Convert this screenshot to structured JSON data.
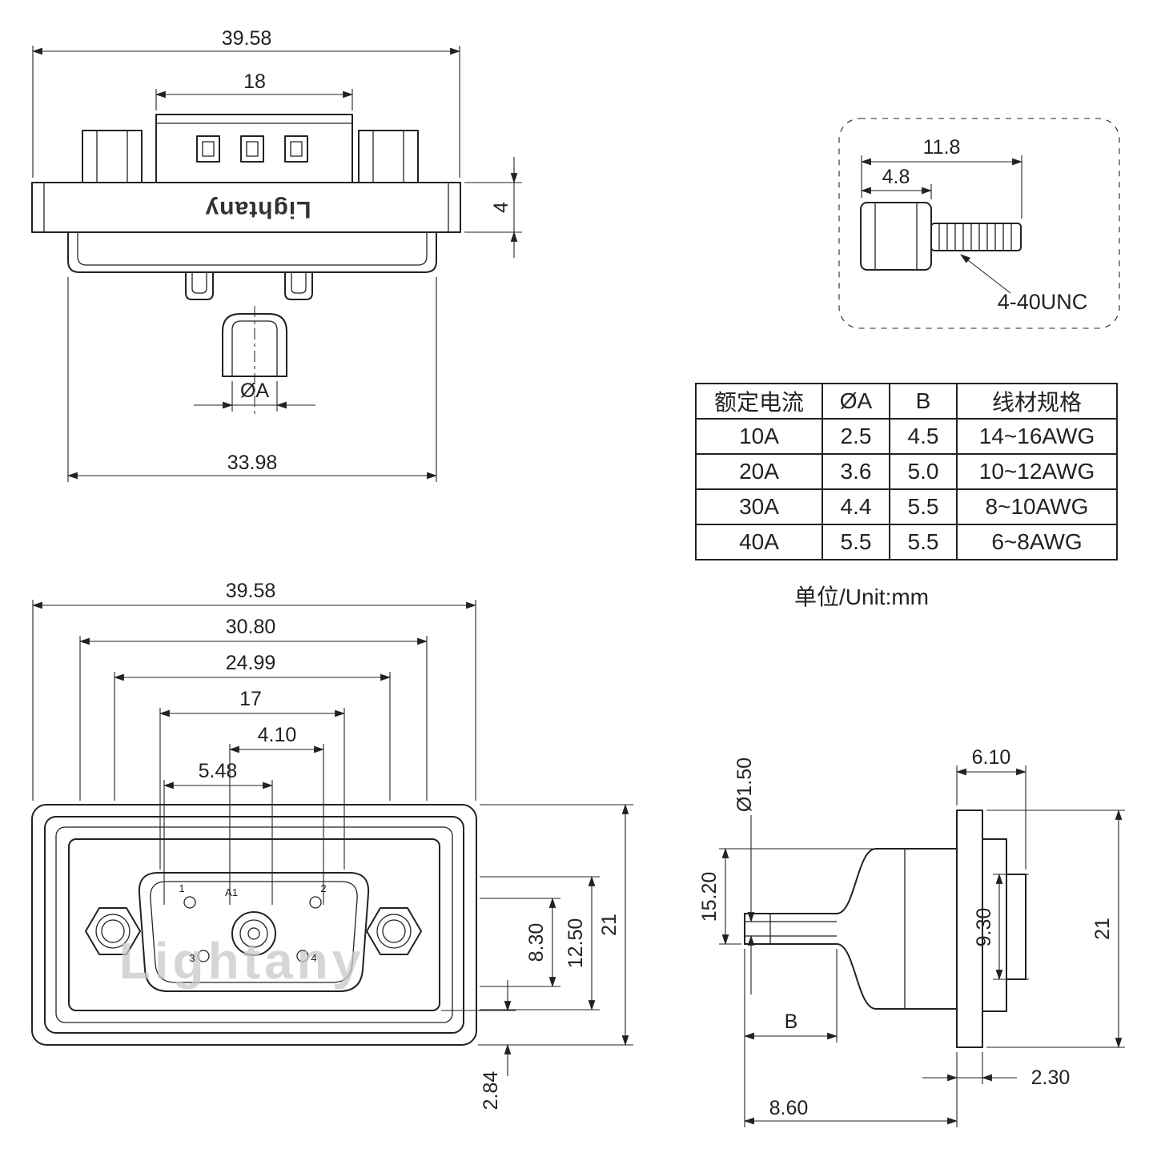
{
  "brand": "Lightany",
  "unit_note": "单位/Unit:mm",
  "screw": {
    "label": "4-40UNC",
    "dim_length": "11.8",
    "dim_head": "4.8"
  },
  "top_view": {
    "overall_width": "39.58",
    "shell_width": "18",
    "flange_thickness": "4",
    "wire_hole": "ØA",
    "body_width": "33.98"
  },
  "front_view": {
    "overall_width": "39.58",
    "dim_30_80": "30.80",
    "dim_24_99": "24.99",
    "dim_17": "17",
    "dim_4_10": "4.10",
    "dim_5_48": "5.48",
    "dim_8_30": "8.30",
    "dim_12_50": "12.50",
    "dim_21": "21",
    "dim_2_84": "2.84",
    "pins": {
      "p1": "1",
      "p2": "2",
      "p3": "3",
      "p4": "4",
      "a1": "A1"
    }
  },
  "side_view": {
    "dim_6_10": "6.10",
    "dim_hole": "Ø1.50",
    "dim_15_20": "15.20",
    "dim_9_30": "9.30",
    "dim_21": "21",
    "dim_b": "B",
    "dim_2_30": "2.30",
    "dim_8_60": "8.60"
  },
  "table": {
    "headers": [
      "额定电流",
      "ØA",
      "B",
      "线材规格"
    ],
    "rows": [
      [
        "10A",
        "2.5",
        "4.5",
        "14~16AWG"
      ],
      [
        "20A",
        "3.6",
        "5.0",
        "10~12AWG"
      ],
      [
        "30A",
        "4.4",
        "5.5",
        "8~10AWG"
      ],
      [
        "40A",
        "5.5",
        "5.5",
        "6~8AWG"
      ]
    ]
  }
}
